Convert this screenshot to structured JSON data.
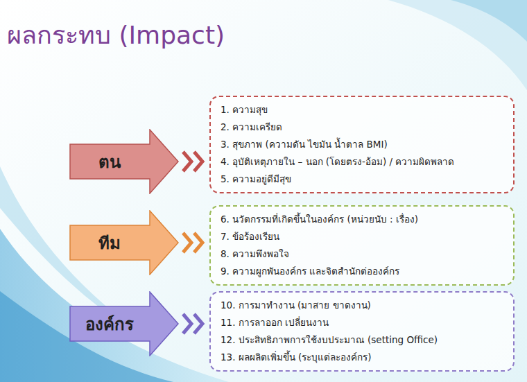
{
  "diagram": {
    "title": "ผลกระทบ (Impact)",
    "nodes": [
      {
        "text": [
          "ตน"
        ]
      },
      {
        "text": [
          "1. ความสุข",
          "2. ความเครียด",
          "3. สุขภาพ (ความดัน ไขมัน น้ำตาล BMI)",
          "4. อุบัติเหตุภายใน – นอก (โดยตรง-อ้อม) / ความผิดพลาด",
          "5. ความอยู่ดีมีสุข"
        ]
      },
      {
        "text": [
          "ทีม"
        ]
      },
      {
        "text": [
          "6. นวัตกรรมที่เกิดขึ้นในองค์กร (หน่วยนับ : เรื่อง)",
          "7. ข้อร้องเรียน",
          "8. ความพึงพอใจ",
          "9. ความผูกพันองค์กร และจิตสำนักต่อองค์กร"
        ]
      },
      {
        "text": [
          "องค์กร"
        ]
      },
      {
        "text": [
          "10. การมาทำงาน (มาสาย ขาดงาน)",
          "11. การลาออก เปลี่ยนงาน",
          "12. ประสิทธิภาพการใช้งบประมาณ (setting Office)",
          "13. ผลผลิตเพิ่มขึ้น (ระบุแต่ละองค์กร)"
        ]
      }
    ]
  }
}
